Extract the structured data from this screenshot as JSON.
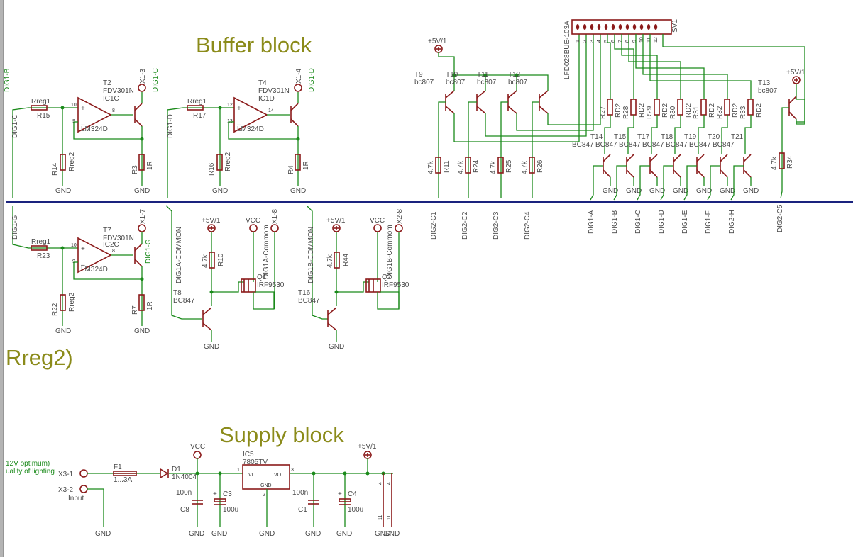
{
  "blocks": {
    "buffer": "Buffer block",
    "supply": "Supply block",
    "rreg_fragment": "Rreg2)"
  },
  "left_edge": {
    "top_net": "DIG1-B"
  },
  "buffer_channels": [
    {
      "name": "ch-c",
      "rreg": "Rreg1",
      "r_in": "R15",
      "r_gnd": "R14",
      "r_gnd_val": "Rreg2",
      "opamp": "IC1C",
      "opamp_type": "LM324D",
      "pin_plus": "10",
      "pin_minus": "9",
      "pin_out": "8",
      "transistor": "T2",
      "transistor_type": "FDV301N",
      "out_conn": "X1-3",
      "out_net": "DIG1-C",
      "in_net": "DIG1-C",
      "r_sense": "R3",
      "r_sense_val": "1R",
      "gnd": "GND"
    },
    {
      "name": "ch-d",
      "rreg": "Rreg1",
      "r_in": "R17",
      "r_gnd": "R16",
      "r_gnd_val": "Rreg2",
      "opamp": "IC1D",
      "opamp_type": "LM324D",
      "pin_plus": "12",
      "pin_minus": "13",
      "pin_out": "14",
      "transistor": "T4",
      "transistor_type": "FDV301N",
      "out_conn": "X1-4",
      "out_net": "DIG1-D",
      "in_net": "DIG1-D",
      "r_sense": "R4",
      "r_sense_val": "1R",
      "gnd": "GND"
    },
    {
      "name": "ch-g",
      "rreg": "Rreg1",
      "r_in": "R23",
      "r_gnd": "R22",
      "r_gnd_val": "Rreg2",
      "opamp": "IC2C",
      "opamp_type": "LM324D",
      "pin_plus": "10",
      "pin_minus": "9",
      "pin_out": "8",
      "transistor": "T7",
      "transistor_type": "FDV301N",
      "out_conn": "X1-7",
      "out_net": "DIG1-G",
      "in_net": "DIG1-G",
      "r_sense": "R7",
      "r_sense_val": "1R",
      "gnd": "GND"
    }
  ],
  "common_drivers": [
    {
      "name": "a",
      "net": "DIG1A-COMMON",
      "supply": "+5V/1",
      "r": "R10",
      "r_val": "4.7k",
      "npn": "T8",
      "npn_type": "BC847",
      "pmos": "Q1",
      "pmos_type": "IRF9530",
      "vcc": "VCC",
      "conn": "X1-8",
      "conn_net": "DIG1A-Commom",
      "gnd": "GND"
    },
    {
      "name": "b",
      "net": "DIG1B-COMMON",
      "supply": "+5V/1",
      "r": "R44",
      "r_val": "4.7k",
      "npn": "T16",
      "npn_type": "BC847",
      "pmos": "Q2",
      "pmos_type": "IRF9530",
      "vcc": "VCC",
      "conn": "X2-8",
      "conn_net": "DIG1B-Commom",
      "gnd": "GND"
    }
  ],
  "digit_drivers": {
    "supply": "+5V/1",
    "transistors": [
      {
        "ref": "T9",
        "type": "bc807"
      },
      {
        "ref": "T10",
        "type": "bc807"
      },
      {
        "ref": "T11",
        "type": "bc807"
      },
      {
        "ref": "T12",
        "type": "bc807"
      }
    ],
    "resistors": [
      {
        "ref": "R11",
        "val": "4.7k",
        "net": "DIG2-C1"
      },
      {
        "ref": "R24",
        "val": "4.7k",
        "net": "DIG2-C2"
      },
      {
        "ref": "R25",
        "val": "4.7k",
        "net": "DIG2-C3"
      },
      {
        "ref": "R26",
        "val": "4.7k",
        "net": "DIG2-C4"
      }
    ]
  },
  "display": {
    "ref": "SV1",
    "part": "LFD028BUE-103A",
    "pins": [
      "1",
      "2",
      "3",
      "4",
      "5",
      "6",
      "7",
      "8",
      "9",
      "10",
      "11",
      "12"
    ]
  },
  "segment_drivers": {
    "type": "BC847",
    "resistor_val": "RD2",
    "items": [
      {
        "t": "T14",
        "r": "R27",
        "net": "DIG1-A"
      },
      {
        "t": "T15",
        "r": "R28",
        "net": "DIG1-B"
      },
      {
        "t": "T17",
        "r": "R29",
        "net": "DIG1-C"
      },
      {
        "t": "T18",
        "r": "R30",
        "net": "DIG1-D"
      },
      {
        "t": "T19",
        "r": "R31",
        "net": "DIG1-E"
      },
      {
        "t": "T20",
        "r": "R32",
        "net": "DIG1-F"
      },
      {
        "t": "T21",
        "r": "R33",
        "net": "DIG2-H"
      }
    ],
    "gnd": "GND"
  },
  "digit5": {
    "t": "T13",
    "type": "bc807",
    "supply": "+5V/1",
    "r": "R34",
    "r_val": "4.7k",
    "net": "DIG2-C5"
  },
  "supply": {
    "note1": "12V optimum)",
    "note2": "uality of lighting",
    "x_in": "X3-1",
    "x_gnd": "X3-2",
    "input_label": "Input",
    "fuse": "F1",
    "fuse_val": "1...3A",
    "diode": "D1",
    "diode_type": "1N4004",
    "vcc": "VCC",
    "c8": "C8",
    "c8_val": "100n",
    "c3": "C3",
    "c3_val": "100u",
    "reg": "IC5",
    "reg_type": "7805TV",
    "reg_vi": "VI",
    "reg_vo": "VO",
    "reg_gnd": "GND",
    "reg_pin1": "1",
    "reg_pin2": "2",
    "reg_pin3": "3",
    "c1": "C1",
    "c1_val": "100n",
    "c4": "C4",
    "c4_val": "100u",
    "out": "+5V/1",
    "gnd": "GND",
    "pin4": "4",
    "pin11": "11"
  }
}
